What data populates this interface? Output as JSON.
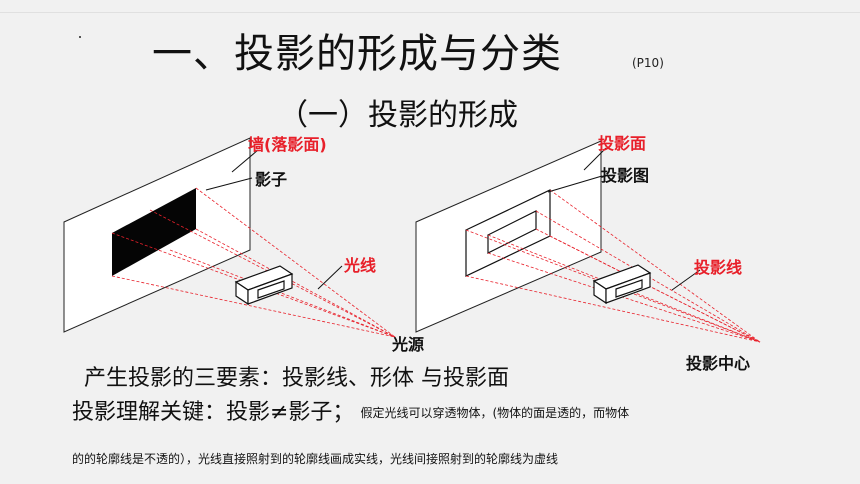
{
  "title": "一、投影的形成与分类",
  "title_ref": "(P10)",
  "subtitle": "（一）投影的形成",
  "left_figure": {
    "wall_label": "墙(落影面)",
    "shadow_label": "影子",
    "ray_label": "光线",
    "source_label": "光源"
  },
  "right_figure": {
    "plane_label": "投影面",
    "image_label": "投影图",
    "line_label": "投影线",
    "center_label": "投影中心"
  },
  "body": {
    "line1": "产生投影的三要素：投影线、形体 与投影面",
    "line2_main": "投影理解关键：投影≠影子；",
    "line2_note": "假定光线可以穿透物体，(物体的面是透的，而物体",
    "line3": "的的轮廓线是不透的），光线直接照射到的轮廓线画成实线，光线间接照射到的轮廓线为虚线"
  },
  "colors": {
    "accent_red": "#e8202a",
    "text": "#111111",
    "background": "#f1f1f1"
  }
}
